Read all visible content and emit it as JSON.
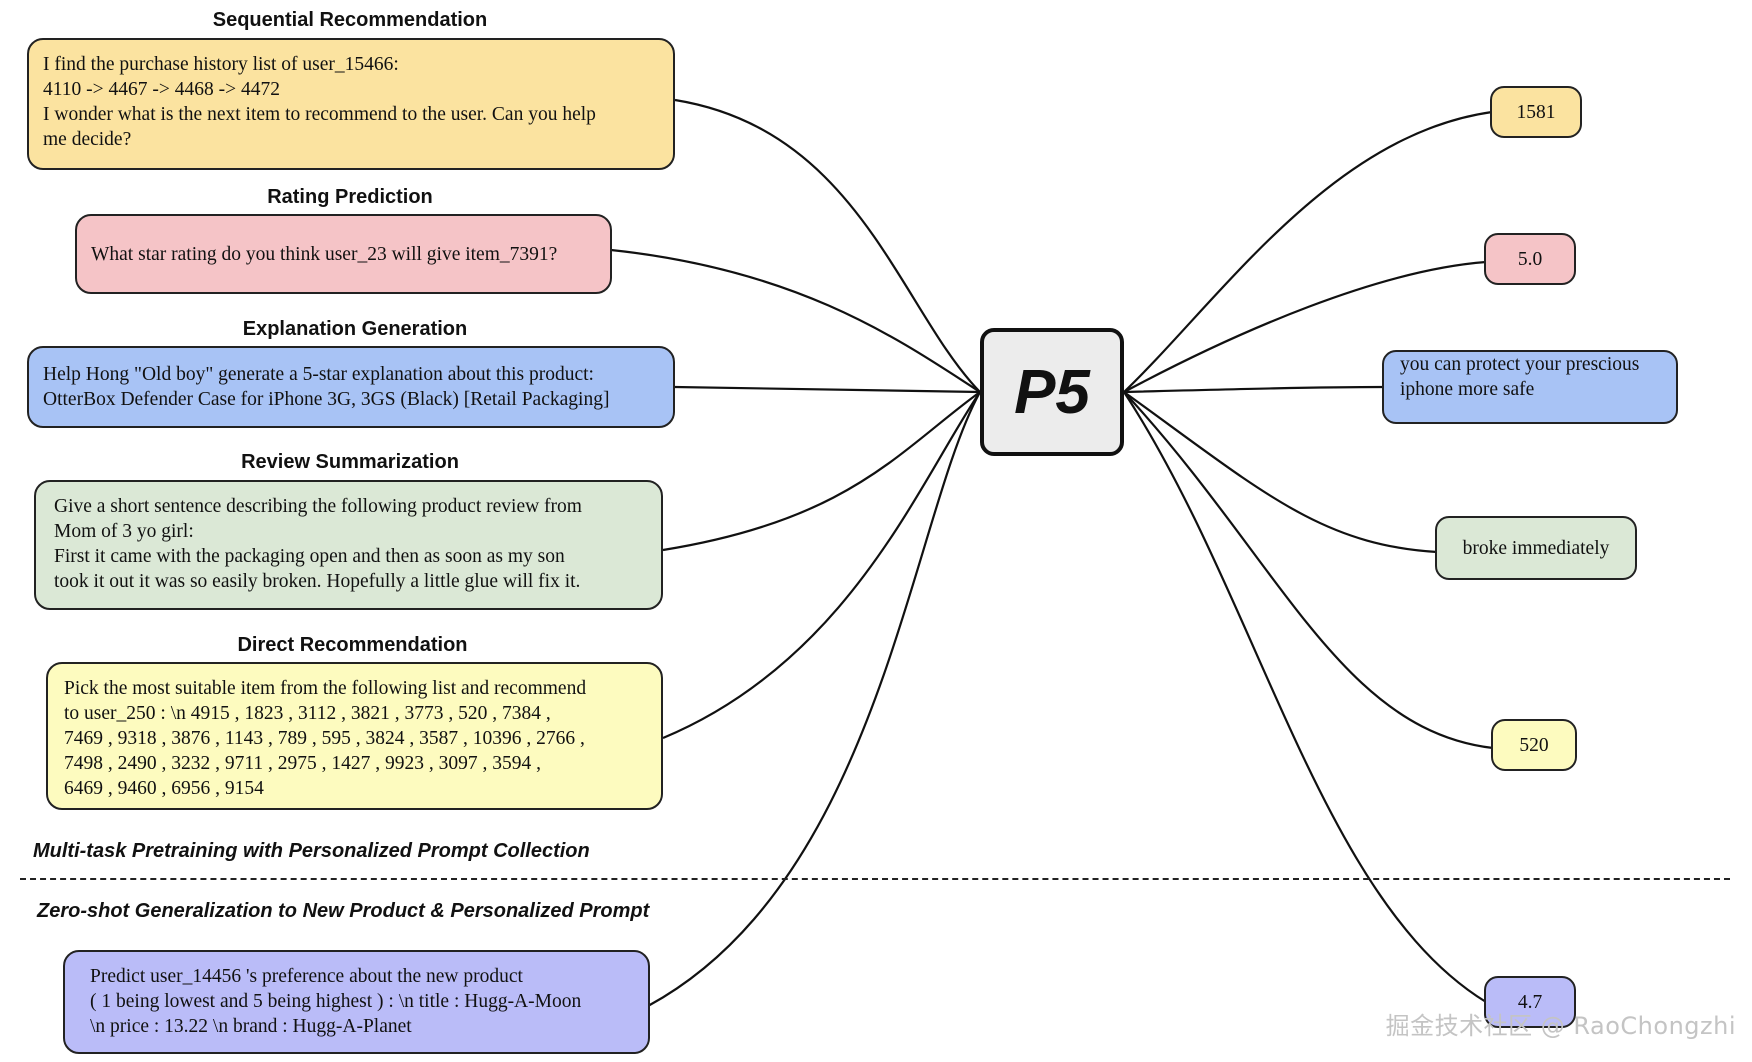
{
  "center": {
    "label": "P5"
  },
  "tasks": [
    {
      "heading": "Sequential Recommendation",
      "prompt_lines": [
        "I find the purchase history list of user_15466:",
        "4110 -> 4467 -> 4468 -> 4472",
        "I wonder what is the next item to recommend to the user.  Can you help",
        "me decide?"
      ],
      "output_lines": [
        "1581"
      ],
      "color": "#fbe3a0"
    },
    {
      "heading": "Rating Prediction",
      "prompt_lines": [
        "What star rating do you think user_23 will give item_7391?"
      ],
      "output_lines": [
        "5.0"
      ],
      "color": "#f5c4c7"
    },
    {
      "heading": "Explanation Generation",
      "prompt_lines": [
        "Help Hong \"Old boy\" generate a 5-star explanation about this product:",
        "OtterBox Defender Case for iPhone 3G, 3GS (Black) [Retail Packaging]"
      ],
      "output_lines": [
        "you can protect your prescious",
        "iphone more safe"
      ],
      "color": "#a8c3f5"
    },
    {
      "heading": "Review Summarization",
      "prompt_lines": [
        "Give a short sentence describing the following product review from",
        "Mom of 3 yo girl:",
        "First it came with the packaging open and then as soon as my son",
        "took it out it was so easily broken. Hopefully a little glue will fix it."
      ],
      "output_lines": [
        "broke immediately"
      ],
      "color": "#dbe8d6"
    },
    {
      "heading": "Direct Recommendation",
      "prompt_lines": [
        "Pick the most suitable item from the following list and recommend",
        "to user_250 : \\n 4915 , 1823 , 3112 , 3821 , 3773 , 520 , 7384 ,",
        "7469 , 9318 , 3876 , 1143 , 789 , 595 , 3824 , 3587 , 10396 , 2766 ,",
        "7498 , 2490 , 3232 , 9711 , 2975 , 1427 , 9923 , 3097 , 3594 ,",
        "6469 , 9460 , 6956 , 9154"
      ],
      "output_lines": [
        "520"
      ],
      "color": "#fdfbbf"
    }
  ],
  "section_labels": {
    "pretraining": "Multi-task Pretraining with Personalized Prompt Collection",
    "zeroshot": "Zero-shot Generalization to New Product & Personalized Prompt"
  },
  "zeroshot_task": {
    "prompt_lines": [
      "Predict user_14456 's preference about the new product",
      "( 1 being lowest and 5 being highest ) : \\n title : Hugg-A-Moon",
      "\\n price : 13.22 \\n brand : Hugg-A-Planet"
    ],
    "output_lines": [
      "4.7"
    ],
    "color": "#babcf8"
  },
  "watermark": "掘金技术社区 @ RaoChongzhi"
}
